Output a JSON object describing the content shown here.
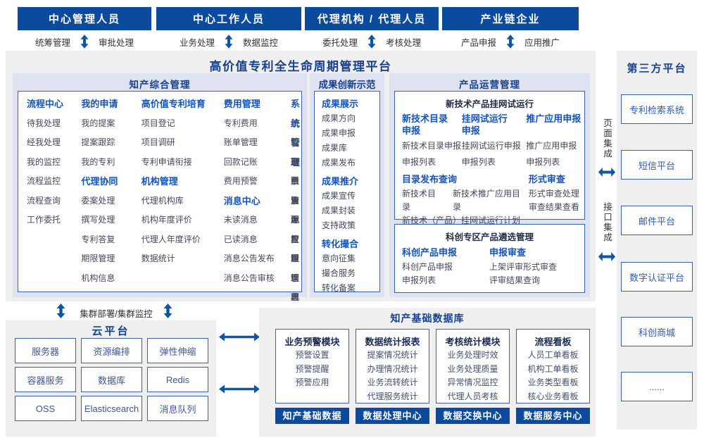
{
  "colors": {
    "header_bg": "#0b4a9d",
    "accent_arrow": "#0b55a9",
    "panel_bg": "#efefef",
    "section_bg": "#dfe2f1",
    "title_blue": "#17418f",
    "group_blue": "#1454bb",
    "item_text": "#44485c",
    "box_border": "#3a61ae",
    "bar_bg": "#0b4a9d"
  },
  "top_roles": [
    {
      "title": "中心管理人员",
      "left": "统筹管理",
      "right": "审批处理"
    },
    {
      "title": "中心工作人员",
      "left": "业务处理",
      "right": "数据监控"
    },
    {
      "title": "代理机构 / 代理人员",
      "left": "委托处理",
      "right": "考核处理"
    },
    {
      "title": "产业链企业",
      "left": "产品申报",
      "right": "应用推广"
    }
  ],
  "platform": {
    "title": "高价值专利全生命周期管理平台",
    "zhichan": {
      "title": "知产综合管理",
      "cols": [
        [
          {
            "header": "流程中心",
            "items": [
              "待我处理",
              "经我处理",
              "我的监控",
              "流程监控",
              "流程查询",
              "工作委托"
            ]
          }
        ],
        [
          {
            "header": "我的申请",
            "items": [
              "我的提案",
              "提案跟踪",
              "我的专利"
            ]
          },
          {
            "header": "代理协同",
            "items": [
              "委案处理",
              "撰写处理",
              "专利答复",
              "期限管理",
              "机构信息"
            ]
          }
        ],
        [
          {
            "header": "高价值专利培育",
            "items": [
              "项目登记",
              "项目调研",
              "专利申请衔接"
            ]
          },
          {
            "header": "机构管理",
            "items": [
              "代理机构库",
              "机构年度评价",
              "代理人年度评价",
              "数据统计"
            ]
          }
        ],
        [
          {
            "header": "费用管理",
            "items": [
              "专利费用",
              "账单管理",
              "回款记账",
              "费用预警"
            ]
          },
          {
            "header": "消息中心",
            "items": [
              "未读消息",
              "已读消息",
              "消息公告发布",
              "消息公告审核"
            ]
          }
        ],
        [
          {
            "header": "系统管理",
            "items": [
              "流程引擎",
              "消息引擎",
              "期限管理",
              "费用配置",
              "资源管理",
              "用户管理",
              "权限管理",
              "组织机构",
              "字典管理"
            ]
          }
        ]
      ]
    },
    "chengguo": {
      "title": "成果创新示范",
      "groups": [
        {
          "header": "成果展示",
          "items": [
            "成果方向",
            "成果申报",
            "成果库",
            "成果发布"
          ]
        },
        {
          "header": "成果推介",
          "items": [
            "成果宣传",
            "成果封装",
            "支持政策"
          ]
        },
        {
          "header": "转化撮合",
          "items": [
            "意向征集",
            "撮合服务",
            "转化备案"
          ]
        }
      ]
    },
    "chanpin": {
      "title": "产品运营管理",
      "sub1": {
        "title": "新技术产品挂网试运行",
        "cols": [
          {
            "header": "新技术目录\n申报",
            "items": [
              "新技术目录申报",
              "申报列表"
            ]
          },
          {
            "header": "挂网试运行\n申报",
            "items": [
              "挂网试运行申报",
              "申报列表"
            ]
          },
          {
            "header": "推广应用申报",
            "items": [
              "推广应用申报",
              "申报列表"
            ]
          }
        ],
        "catalog": {
          "header": "目录发布查询",
          "row1": [
            "新技术目录",
            "新技术推广应用目录"
          ],
          "row2": "新技术（产品）挂网试运行计划"
        },
        "review": {
          "header": "形式审查",
          "items": [
            "形式审查处理",
            "审查结果查看"
          ]
        }
      },
      "sub2": {
        "title": "科创专区产品遴选管理",
        "cols": [
          {
            "header": "科创产品申报",
            "items": [
              "科创产品申报",
              "申报列表"
            ]
          },
          {
            "header": "申报审查",
            "items": [
              "上架评审形式审查",
              "评审结果查询"
            ]
          }
        ]
      }
    }
  },
  "cluster_label": "集群部署/集群监控",
  "cloud": {
    "title": "云平台",
    "boxes": [
      "服务器",
      "资源编排",
      "弹性伸缩",
      "容器服务",
      "数据库",
      "Redis",
      "OSS",
      "Elasticsearch",
      "消息队列"
    ]
  },
  "database": {
    "title": "知产基础数据库",
    "columns": [
      {
        "header": "业务预警模块",
        "items": [
          "预警设置",
          "预警提醒",
          "预警应用"
        ],
        "bar": "知产基础数据"
      },
      {
        "header": "数据统计报表",
        "items": [
          "提案情况统计",
          "办理情况统计",
          "业务流转统计",
          "代理服务统计"
        ],
        "bar": "数据处理中心"
      },
      {
        "header": "考核统计模块",
        "items": [
          "业务处理时效",
          "业务处理质量",
          "异常情况监控",
          "代理人员考核"
        ],
        "bar": "数据交换中心"
      },
      {
        "header": "流程看板",
        "items": [
          "人员工单看板",
          "机构工单看板",
          "业务类型看板",
          "核心业务看板"
        ],
        "bar": "数据服务中心"
      }
    ]
  },
  "third_party": {
    "title": "第三方平台",
    "boxes": [
      "专利检索系统",
      "短信平台",
      "邮件平台",
      "数字认证平台",
      "科创商城",
      "......"
    ]
  },
  "integration": {
    "page": "页面集成",
    "interface": "接口集成"
  }
}
